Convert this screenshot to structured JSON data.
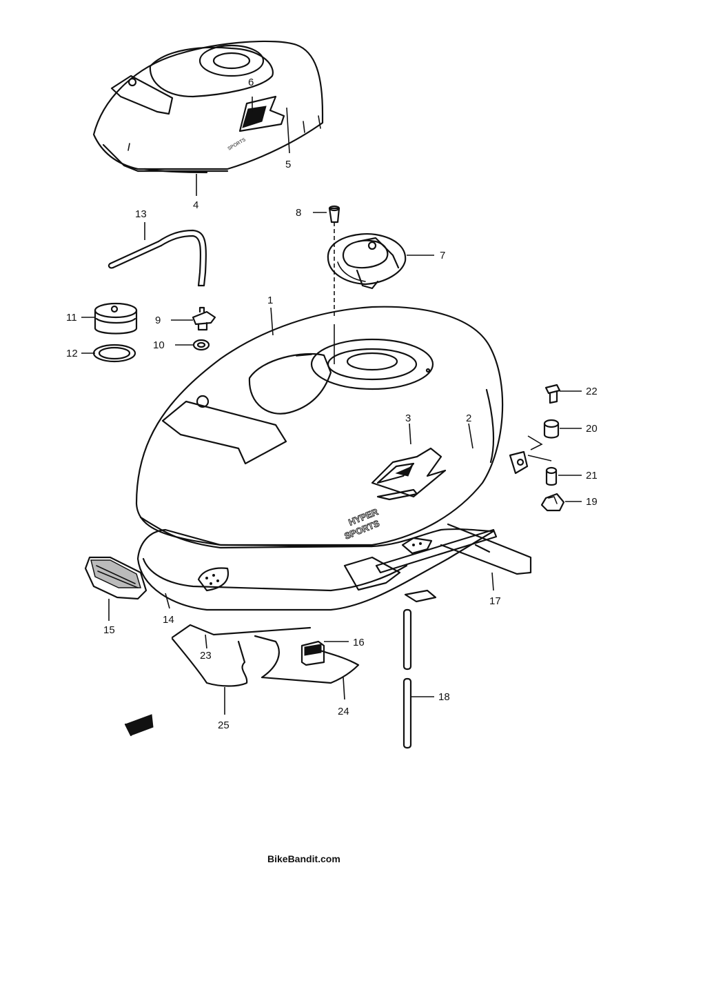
{
  "callouts": [
    "1",
    "2",
    "3",
    "4",
    "5",
    "6",
    "7",
    "8",
    "9",
    "10",
    "11",
    "12",
    "13",
    "14",
    "15",
    "16",
    "17",
    "18",
    "19",
    "20",
    "21",
    "22",
    "23",
    "24",
    "25"
  ],
  "decal": {
    "line1": "HYPER",
    "line2": "SPORTS"
  },
  "watermark": "BikeBandit.com"
}
